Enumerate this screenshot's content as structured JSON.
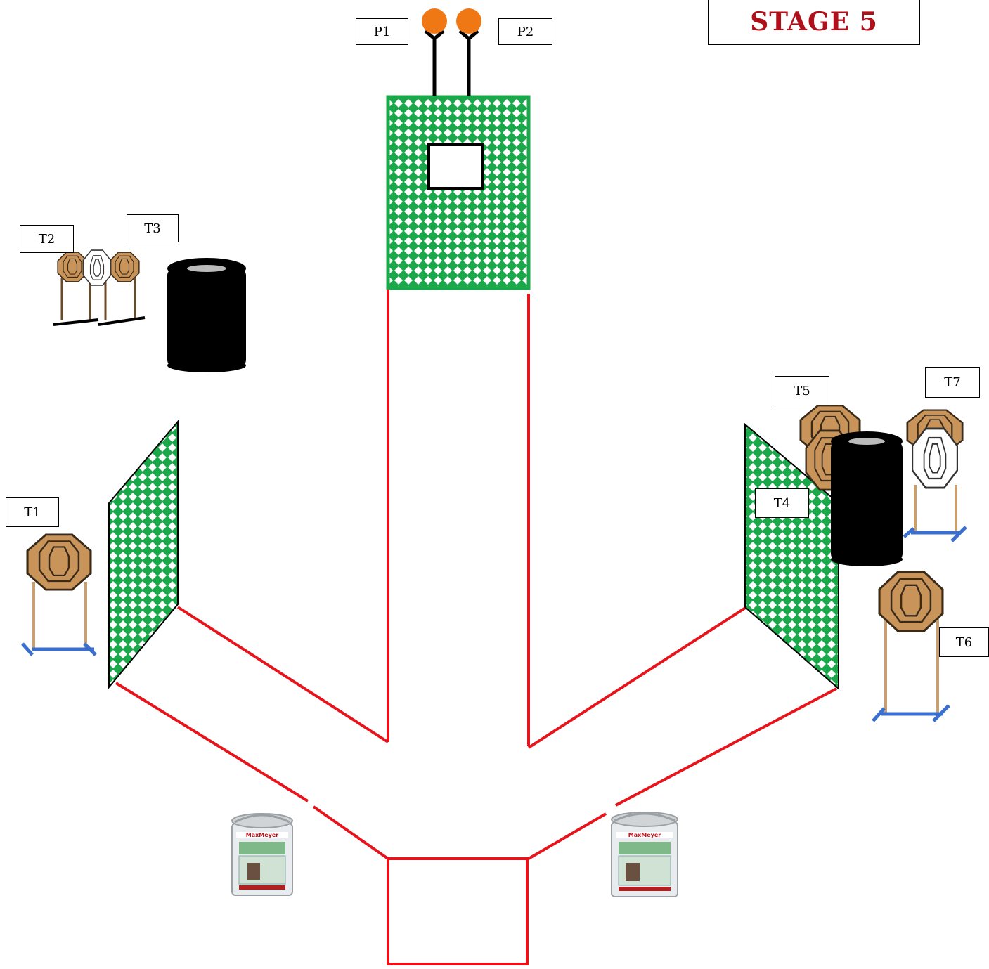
{
  "title": "STAGE 5",
  "labels": {
    "p1": "P1",
    "p2": "P2",
    "t1": "T1",
    "t2": "T2",
    "t3": "T3",
    "t4": "T4",
    "t5": "T5",
    "t6": "T6",
    "t7": "T7"
  },
  "bucket_brand": "MaxMeyer",
  "colors": {
    "title": "#b0101a",
    "fault_line": "#e8141b",
    "barrier_green": "#1aa84a",
    "steel_target": "#c8945a",
    "popper": "#f07814",
    "barrel": "#000000",
    "stand_base": "#3a6fd0"
  }
}
